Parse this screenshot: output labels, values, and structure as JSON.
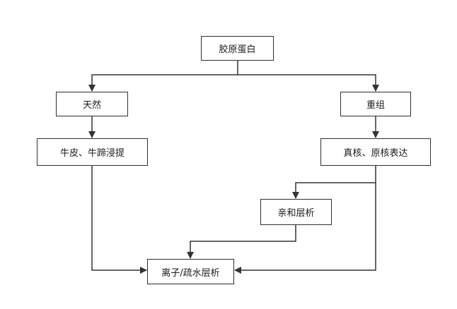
{
  "diagram": {
    "nodes": {
      "root": "胶原蛋白",
      "natural": "天然",
      "recombinant": "重组",
      "extraction": "牛皮、牛蹄浸提",
      "expression": "真核、原核表达",
      "affinity": "亲和层析",
      "final": "离子/疏水层析"
    },
    "line_color": "#333333"
  }
}
